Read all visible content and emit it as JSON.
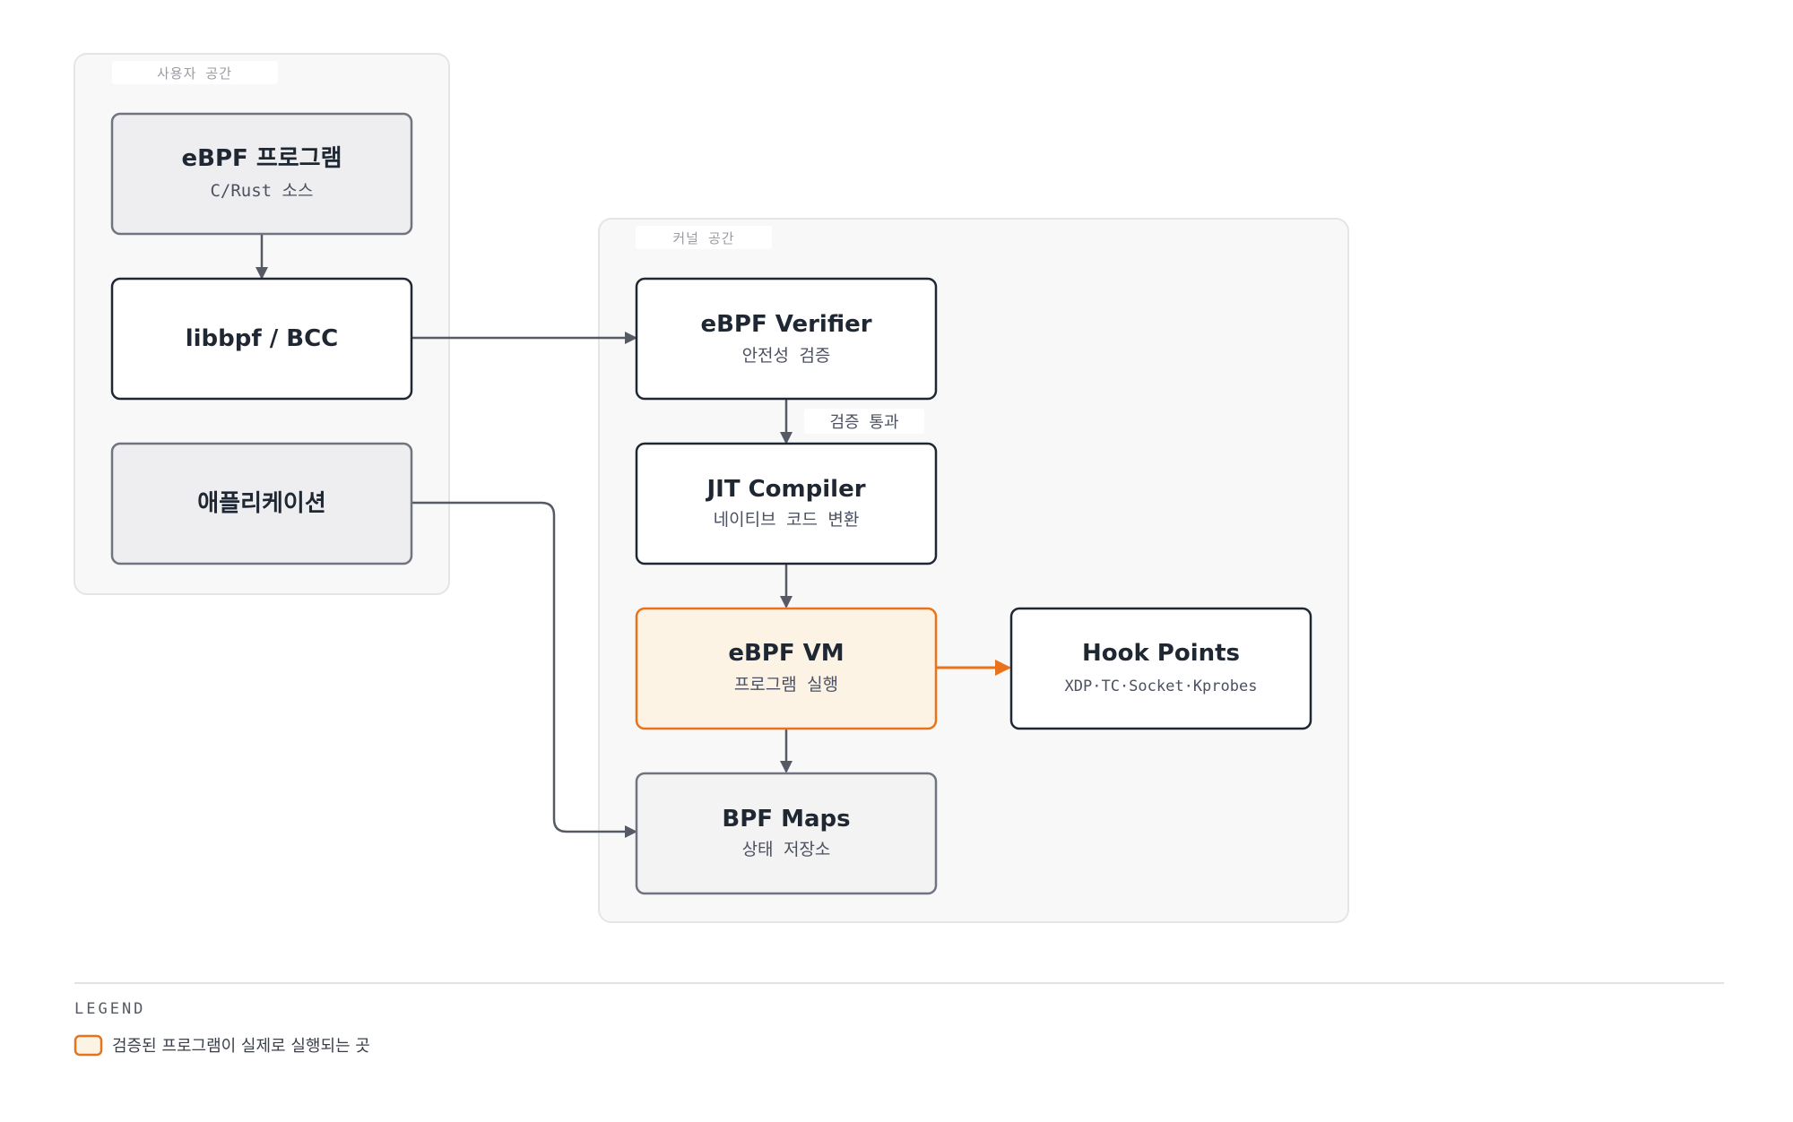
{
  "groups": {
    "user_space": {
      "label": "사용자 공간"
    },
    "kernel_space": {
      "label": "커널 공간"
    }
  },
  "nodes": {
    "ebpf_program": {
      "title": "eBPF 프로그램",
      "subtitle": "C/Rust 소스"
    },
    "libbpf": {
      "title": "libbpf / BCC"
    },
    "application": {
      "title": "애플리케이션"
    },
    "verifier": {
      "title": "eBPF Verifier",
      "subtitle": "안전성 검증"
    },
    "jit": {
      "title": "JIT Compiler",
      "subtitle": "네이티브 코드 변환"
    },
    "vm": {
      "title": "eBPF VM",
      "subtitle": "프로그램 실행"
    },
    "hooks": {
      "title": "Hook Points",
      "subtitle": "XDP·TC·Socket·Kprobes"
    },
    "maps": {
      "title": "BPF Maps",
      "subtitle": "상태 저장소"
    }
  },
  "edges": {
    "verify_pass": {
      "label": "검증 통과"
    }
  },
  "legend": {
    "title": "LEGEND",
    "items": [
      {
        "label": "검증된 프로그램이 실제로 실행되는 곳"
      }
    ]
  },
  "colors": {
    "accent": "#e8731a",
    "accent_fill": "#fdf3e4",
    "muted_fill": "#eeeef0",
    "maps_fill": "#f3f3f4",
    "dark_stroke": "#1f2733",
    "edge": "#555a64"
  }
}
